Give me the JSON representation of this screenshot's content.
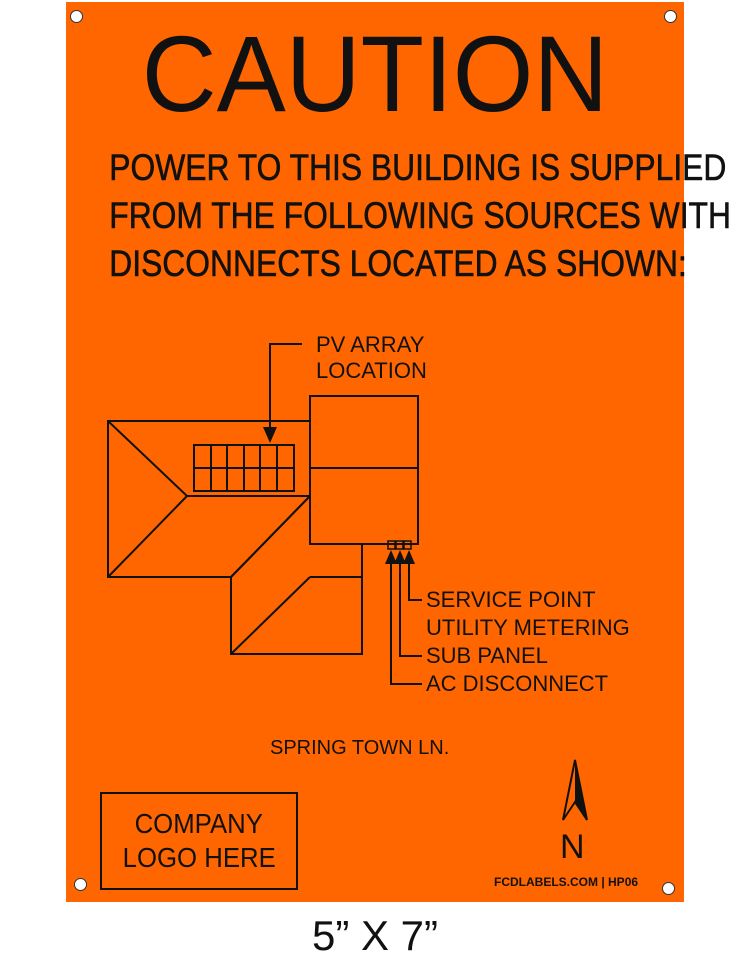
{
  "sign": {
    "title": "CAUTION",
    "subtitle_lines": [
      "POWER TO THIS BUILDING IS SUPPLIED",
      "FROM THE FOLLOWING SOURCES WITH",
      "DISCONNECTS LOCATED AS SHOWN:"
    ],
    "pv_label_lines": [
      "PV ARRAY",
      "LOCATION"
    ],
    "legend": [
      "SERVICE POINT",
      "UTILITY METERING",
      "SUB PANEL",
      "AC DISCONNECT"
    ],
    "street": "SPRING TOWN LN.",
    "logo_lines": [
      "COMPANY",
      "LOGO HERE"
    ],
    "north": "N",
    "footer": "FCDLABELS.COM | HP06"
  },
  "size_label": "5” X 7”",
  "colors": {
    "sign_background": "#ff6600",
    "ink": "#111111"
  }
}
